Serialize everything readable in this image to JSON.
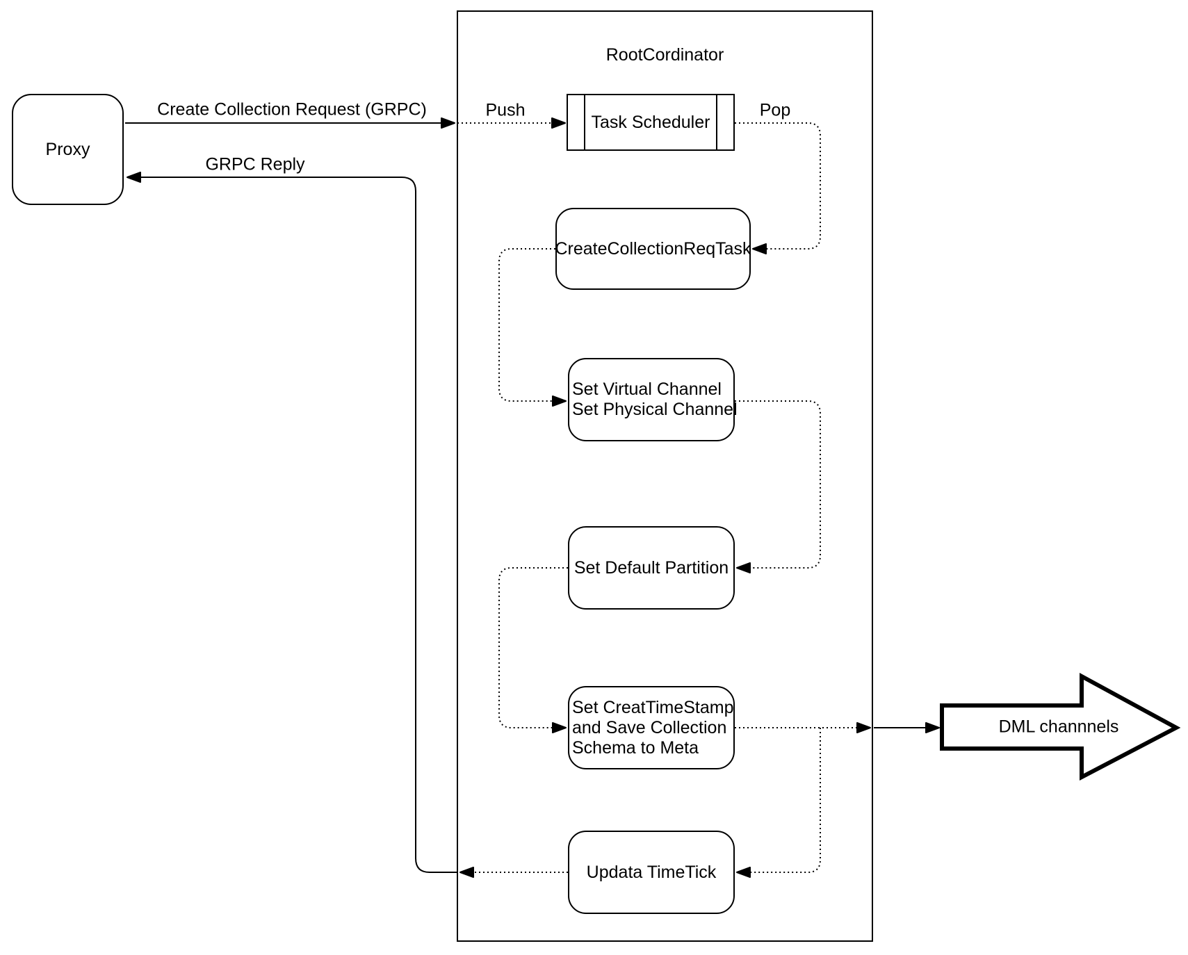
{
  "diagram": {
    "background": "#ffffff",
    "stroke": "#000000",
    "nodes": {
      "proxy": {
        "label": "Proxy"
      },
      "root_coordinator": {
        "title": "RootCordinator"
      },
      "task_scheduler": {
        "label": "Task Scheduler"
      },
      "create_collection_req_task": {
        "label": "CreateCollectionReqTask"
      },
      "set_channels": {
        "lines": [
          "Set Virtual Channel",
          "Set Physical Channel"
        ]
      },
      "set_default_partition": {
        "label": "Set Default Partition"
      },
      "set_creat_timestamp": {
        "lines": [
          "Set CreatTimeStamp",
          "and Save Collection",
          "Schema to Meta"
        ]
      },
      "updata_timetick": {
        "label": "Updata TimeTick"
      },
      "dml_channels": {
        "label": "DML channnels"
      }
    },
    "edge_labels": {
      "create_collection_request": "Create Collection Request (GRPC)",
      "grpc_reply": "GRPC Reply",
      "push": "Push",
      "pop": "Pop"
    }
  }
}
